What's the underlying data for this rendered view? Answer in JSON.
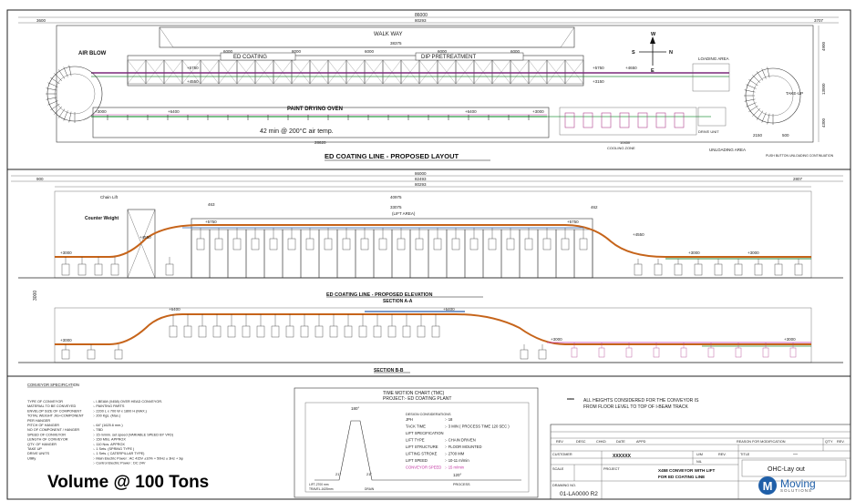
{
  "plan": {
    "title": "ED COATING LINE - PROPOSED LAYOUT",
    "walk_way": "WALK WAY",
    "ed_coating": "ED COATING",
    "dip_pretreatment": "DIP PRETREATMENT",
    "air_blow": "AIR BLOW",
    "paint_drying_oven": "PAINT DRYING OVEN",
    "oven_note": "42 min @ 200°C air temp.",
    "loading_area": "LOADING AREA",
    "take_up": "TAKE-UP",
    "drive_unit": "DRIVE UNIT",
    "cooling_zone": "COOLING ZONE",
    "unloading_area": "UNLOADING AREA",
    "push_button_note": "PUSH BUTTON UNLOADING CONTINUATION",
    "compass": {
      "n": "N",
      "s": "S",
      "e": "E",
      "w": "W"
    },
    "dims": {
      "top_total": "86000",
      "top_left": "3600",
      "top_mid": "80293",
      "top_right": "3707",
      "walk": "38375",
      "seg_a": "6000",
      "seg_b": "8000",
      "seg_c": "6000",
      "seg_d": "6000",
      "seg_e": "6000",
      "oven_len": "28620",
      "cool_len": "10450",
      "right_a": "2150",
      "right_b": "500",
      "side_a": "4900",
      "side_b": "13000",
      "side_c": "4300",
      "lv1": "+5750",
      "lv2": "+4550",
      "lv3": "+3150",
      "lv4": "+3000",
      "lv5": "+4650",
      "lv6": "+6400",
      "lv7": "+3000"
    }
  },
  "elevation_a": {
    "title": "ED COATING LINE - PROPOSED ELEVATION",
    "section": "SECTION A-A",
    "chain_lift": "Chain Lift",
    "counter_weight": "Counter Weight",
    "lift_area": "(LIFT AREA)",
    "dims": {
      "total": "86000",
      "mid": "82493",
      "inner": "80293",
      "left": "900",
      "right": "2807",
      "d1": "463",
      "d2": "40975",
      "d3": "33075",
      "d4": "462",
      "lv1": "+4550",
      "lv2": "+5750",
      "lv3": "+3000",
      "lv4": "+4550",
      "lv5": "+3000",
      "lv6": "+3000"
    }
  },
  "elevation_b": {
    "section": "SECTION B-B",
    "dims": {
      "left": "3000",
      "lv1": "+6400",
      "lv2": "+3000",
      "lv3": "+6400",
      "lv4": "+3000",
      "lv5": "+3000"
    }
  },
  "spec": {
    "title": "CONVEYOR SPECIFICATION",
    "rows": [
      {
        "k": "TYPE OF CONVEYOR",
        "v": ":- I-BEAM (X458) OVER HEAD CONVEYOR."
      },
      {
        "k": "MATERIAL TO BE CONVEYED",
        "v": ":- PAINTING PARTS"
      },
      {
        "k": "ENVELOP SIZE OF COMPONENT",
        "v": ":- 2200 L x 700 W x 1800 H (MAX.)"
      },
      {
        "k": "TOTAL WEIGHT JIG+COMPONENT",
        "v": ":- 200 Kgs. (Max.)"
      },
      {
        "k": "PER HANGER",
        "v": ""
      },
      {
        "k": "PITCH OF HANGER",
        "v": ":- 64\" (1625.6 mm.)"
      },
      {
        "k": "NO OF COMPONENT / HANGER",
        "v": ":- TBD"
      },
      {
        "k": "SPEED OF CONVEYOR",
        "v": ":- 15 m/min. set speed (VARIABLE SPEED BY VFD)"
      },
      {
        "k": "LENGTH OF CONVEYOR",
        "v": ":- 150 Mtrs. APPROX"
      },
      {
        "k": "QTY. OF HANGER",
        "v": ":- 110 Nos. APPROX"
      },
      {
        "k": "TAKE UP",
        "v": ":- 1 Sets. (SPRING TYPE )"
      },
      {
        "k": "DRIVE UNITS",
        "v": ":- 1 Sets. ( CATERPILLAR TYPE)"
      },
      {
        "k": "Utility",
        "v": ":- Main Electric Power : AC 415V ±10% + 50Hz ± 3Hz + 3φ"
      },
      {
        "k": "",
        "v": ":- Control Electric Power : DC 24V"
      }
    ]
  },
  "tmc": {
    "title": "TIME MOTION CHART (TMC)",
    "project": "PROJECT:- ED COATING PLANT",
    "design": "DESIGN CONSIDERATIONS",
    "rows": [
      {
        "k": "JPH",
        "v": ":- 18"
      },
      {
        "k": "TACK TIME",
        "v": ":- 3 MIN ( PROCESS TIME 120 SEC )"
      },
      {
        "k": "LIFT SPECIFICATION",
        "v": ""
      },
      {
        "k": "LIFT TYPE",
        "v": ":- CHAIN DRIVEN"
      },
      {
        "k": "LIFT STRUCTURE",
        "v": ":- FLOOR MOUNTED"
      },
      {
        "k": "LIFTING STROKE",
        "v": ":- 2700 MM"
      },
      {
        "k": "LIFT SPEED",
        "v": ":- 10-11 m/min"
      },
      {
        "k": "CONVEYOR SPEED",
        "v": ":- 15 m/min"
      }
    ],
    "angle_top": "180°",
    "angle_l": "21°",
    "angle_r": "21°",
    "process_angle": "120°",
    "process": "PROCESS",
    "tmc_left": "LIFT-2700 mm",
    "tmc_left2": "TRAVEL-1625mm",
    "tmc_right": "DRAIN"
  },
  "notes": {
    "star": "****",
    "line1": "ALL HEIGHTS CONSIDERED FOR THE CONVEYOR IS",
    "line2": "FROM FLOOR LEVEL TO TOP OF I-BEAM TRACK"
  },
  "title_block": {
    "hdr": [
      "REV",
      "DESC",
      "CHKD",
      "DATE",
      "APPD"
    ],
    "reason": "REASON FOR MODIFICATION",
    "qty": "Q'TY",
    "rev": "REV.",
    "customer_label": "CUSTOMER",
    "customer": "XXXXXX",
    "scale_label": "SCALE",
    "project_label": "PROJECT",
    "drawing_label": "DRAWING NO.",
    "drawing_no": "01-LA0000 R2",
    "uom": "U/M",
    "nil": "NIL",
    "title_label": "TITLE",
    "dash": "—",
    "desc1": "X458 CONVEYOR WITH LIFT",
    "desc2": "FOR ED COATING LINE",
    "sheet_title": "OHC-Lay out"
  },
  "caption": "Volume @ 100 Tons",
  "logo": {
    "name": "Moving",
    "sub": "SOLUTIONS",
    "mark": "M"
  },
  "colors": {
    "pretreat": "#7a2a7a",
    "chain_orange": "#c6641a",
    "chain_blue": "#2a5ca8",
    "chain_green": "#2e8b3e",
    "oven_green": "#2f9a46",
    "cooling": "#b0408e",
    "magenta": "#c02fa0"
  }
}
